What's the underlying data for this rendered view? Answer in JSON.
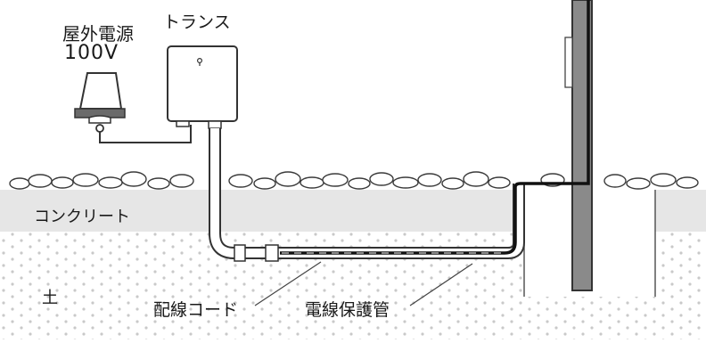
{
  "labels": {
    "outdoor_outlet": "屋外電源",
    "outlet_voltage": "100V",
    "transformer": "トランス",
    "concrete": "コンクリート",
    "soil": "土",
    "power_cord": "配線コード",
    "conduit": "電線保護管"
  },
  "colors": {
    "concrete": "#e6e6e6",
    "soil_dots": "#c9c9c9",
    "pole_fill": "#8a8a8a",
    "outline": "#333333",
    "cable": "#111111"
  }
}
